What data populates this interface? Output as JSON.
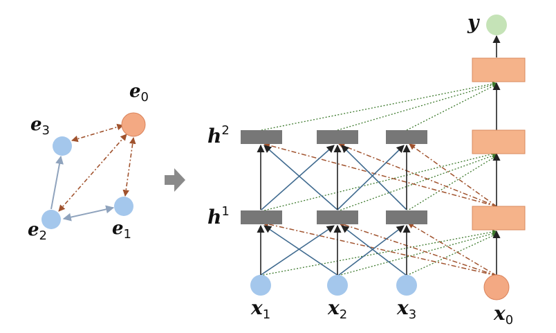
{
  "graph": {
    "nodes": {
      "e0": {
        "base": "e",
        "sub": "0"
      },
      "e1": {
        "base": "e",
        "sub": "1"
      },
      "e2": {
        "base": "e",
        "sub": "2"
      },
      "e3": {
        "base": "e",
        "sub": "3"
      }
    }
  },
  "network": {
    "inputs": [
      {
        "base": "x",
        "sub": "1"
      },
      {
        "base": "x",
        "sub": "2"
      },
      {
        "base": "x",
        "sub": "3"
      }
    ],
    "input_special": {
      "base": "x",
      "sub": "0"
    },
    "layers": [
      {
        "base": "h",
        "sup": "1"
      },
      {
        "base": "h",
        "sup": "2"
      }
    ],
    "output": {
      "base": "y"
    }
  },
  "colors": {
    "blue_node": "#a4c7ec",
    "orange_node": "#f3a983",
    "green_node": "#c5e3b7",
    "hidden_box": "#777777",
    "orange_box": "#f5b38a",
    "blue_edge": "#3f6a8f",
    "brown_dashdot": "#a0522d",
    "green_dotted": "#3d7a2d",
    "gray_edge": "#8fa3bd",
    "arrow_icon": "#8a8a8a"
  }
}
